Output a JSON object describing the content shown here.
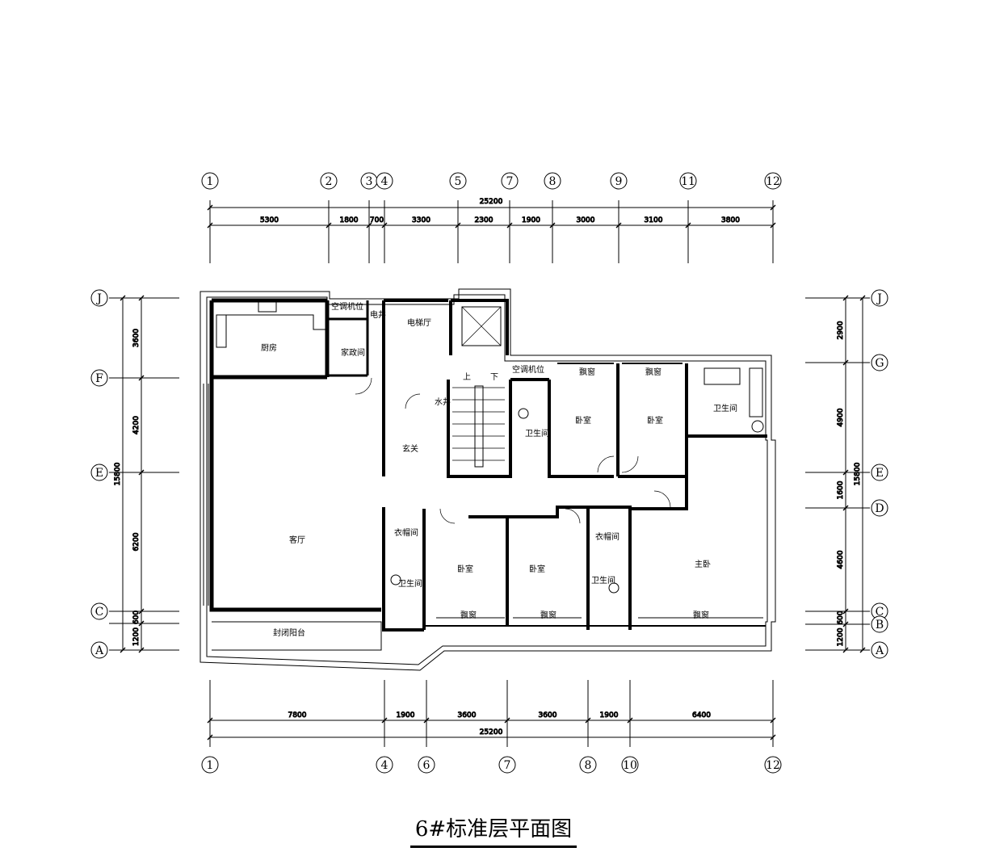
{
  "title": "6#标准层平面图",
  "top_axes": [
    "1",
    "2",
    "3",
    "4",
    "5",
    "7",
    "8",
    "9",
    "11",
    "12"
  ],
  "bottom_axes": [
    "1",
    "4",
    "6",
    "7",
    "8",
    "10",
    "12"
  ],
  "left_axes": [
    "J",
    "F",
    "E",
    "C",
    "A"
  ],
  "right_axes": [
    "J",
    "G",
    "E",
    "D",
    "C",
    "B",
    "A"
  ],
  "top_total": "25200",
  "top_dims": [
    "5300",
    "1800",
    "700",
    "3300",
    "2300",
    "1900",
    "3000",
    "3100",
    "3800"
  ],
  "bottom_total": "25200",
  "bottom_dims": [
    "7800",
    "1900",
    "3600",
    "3600",
    "1900",
    "6400"
  ],
  "left_total": "15800",
  "left_dims": [
    "3600",
    "4200",
    "6200",
    "600",
    "1200"
  ],
  "right_total": "15800",
  "right_dims": [
    "2900",
    "4900",
    "1600",
    "4600",
    "600",
    "1200"
  ],
  "rooms": {
    "kitchen": "厨房",
    "ac1": "空调机位",
    "elec": "电井",
    "housekeeping": "家政间",
    "elevator_hall": "电梯厅",
    "ac2": "空调机位",
    "bay_window_1": "飘窗",
    "bay_window_2": "飘窗",
    "water": "水井",
    "up": "上",
    "down": "下",
    "bath_mid": "卫生间",
    "bedroom_a": "卧室",
    "bedroom_b": "卧室",
    "bath_right": "卫生间",
    "foyer": "玄关",
    "living": "客厅",
    "closet_1": "衣帽间",
    "bath_left": "卫生间",
    "bedroom_c": "卧室",
    "bedroom_d": "卧室",
    "closet_2": "衣帽间",
    "bath_left2": "卫生间",
    "master": "主卧",
    "bay_window_3": "飘窗",
    "bay_window_4": "飘窗",
    "bay_window_5": "飘窗",
    "balcony": "封闭阳台"
  }
}
